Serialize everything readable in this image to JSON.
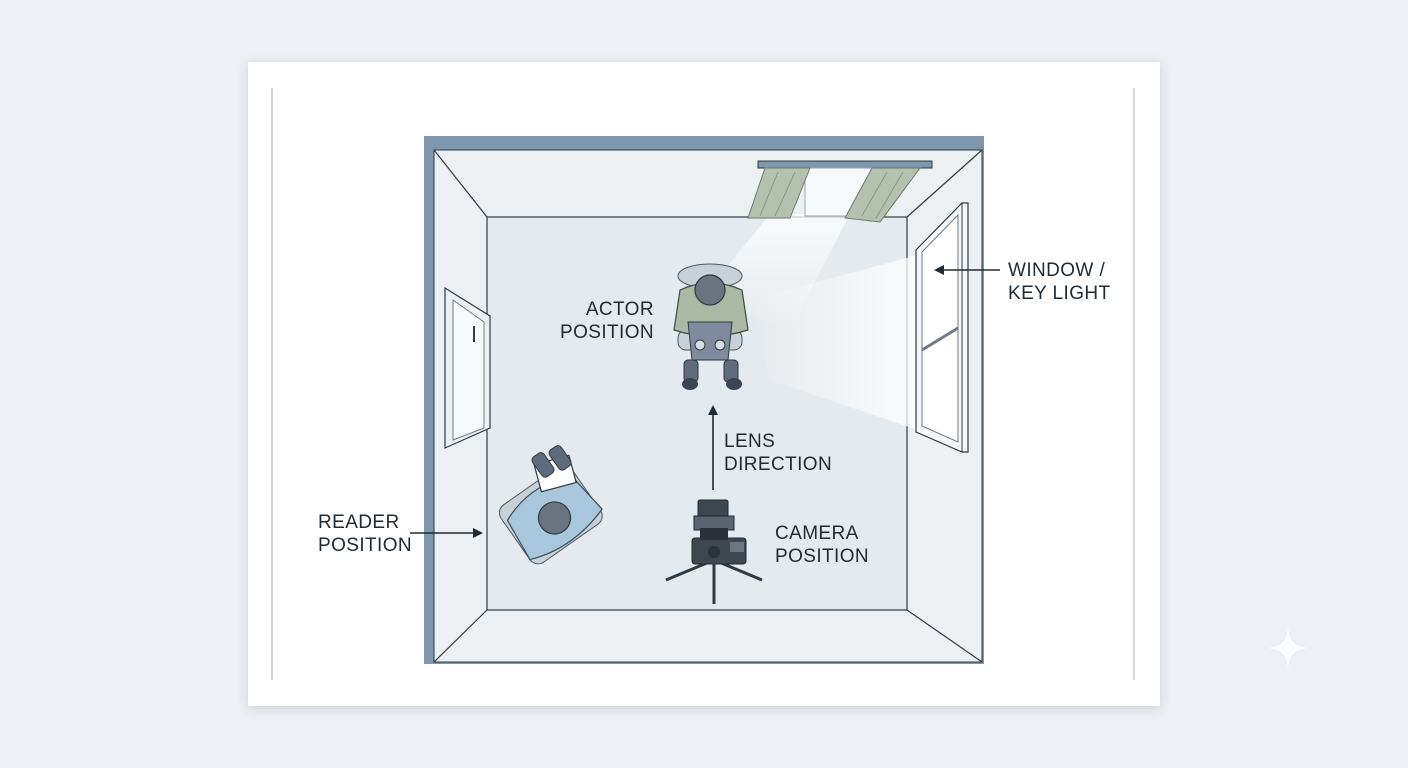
{
  "labels": {
    "actor": {
      "line1": "ACTOR",
      "line2": "POSITION"
    },
    "window": {
      "line1": "WINDOW /",
      "line2": "KEY LIGHT"
    },
    "lens": {
      "line1": "LENS",
      "line2": "DIRECTION"
    },
    "reader": {
      "line1": "READER",
      "line2": "POSITION"
    },
    "camera": {
      "line1": "CAMERA",
      "line2": "POSITION"
    }
  },
  "colors": {
    "wall": "#7f97ac",
    "floor": "#e8edf1",
    "actor_shirt": "#a9b9a4",
    "reader_shirt": "#a8c7dc",
    "camera_body": "#3e4650",
    "text": "#1f2a33"
  },
  "icons": [
    "door-icon",
    "window-icon",
    "curtain-icon",
    "actor-figure",
    "reader-figure",
    "camera-tripod-icon",
    "sparkle-icon"
  ]
}
